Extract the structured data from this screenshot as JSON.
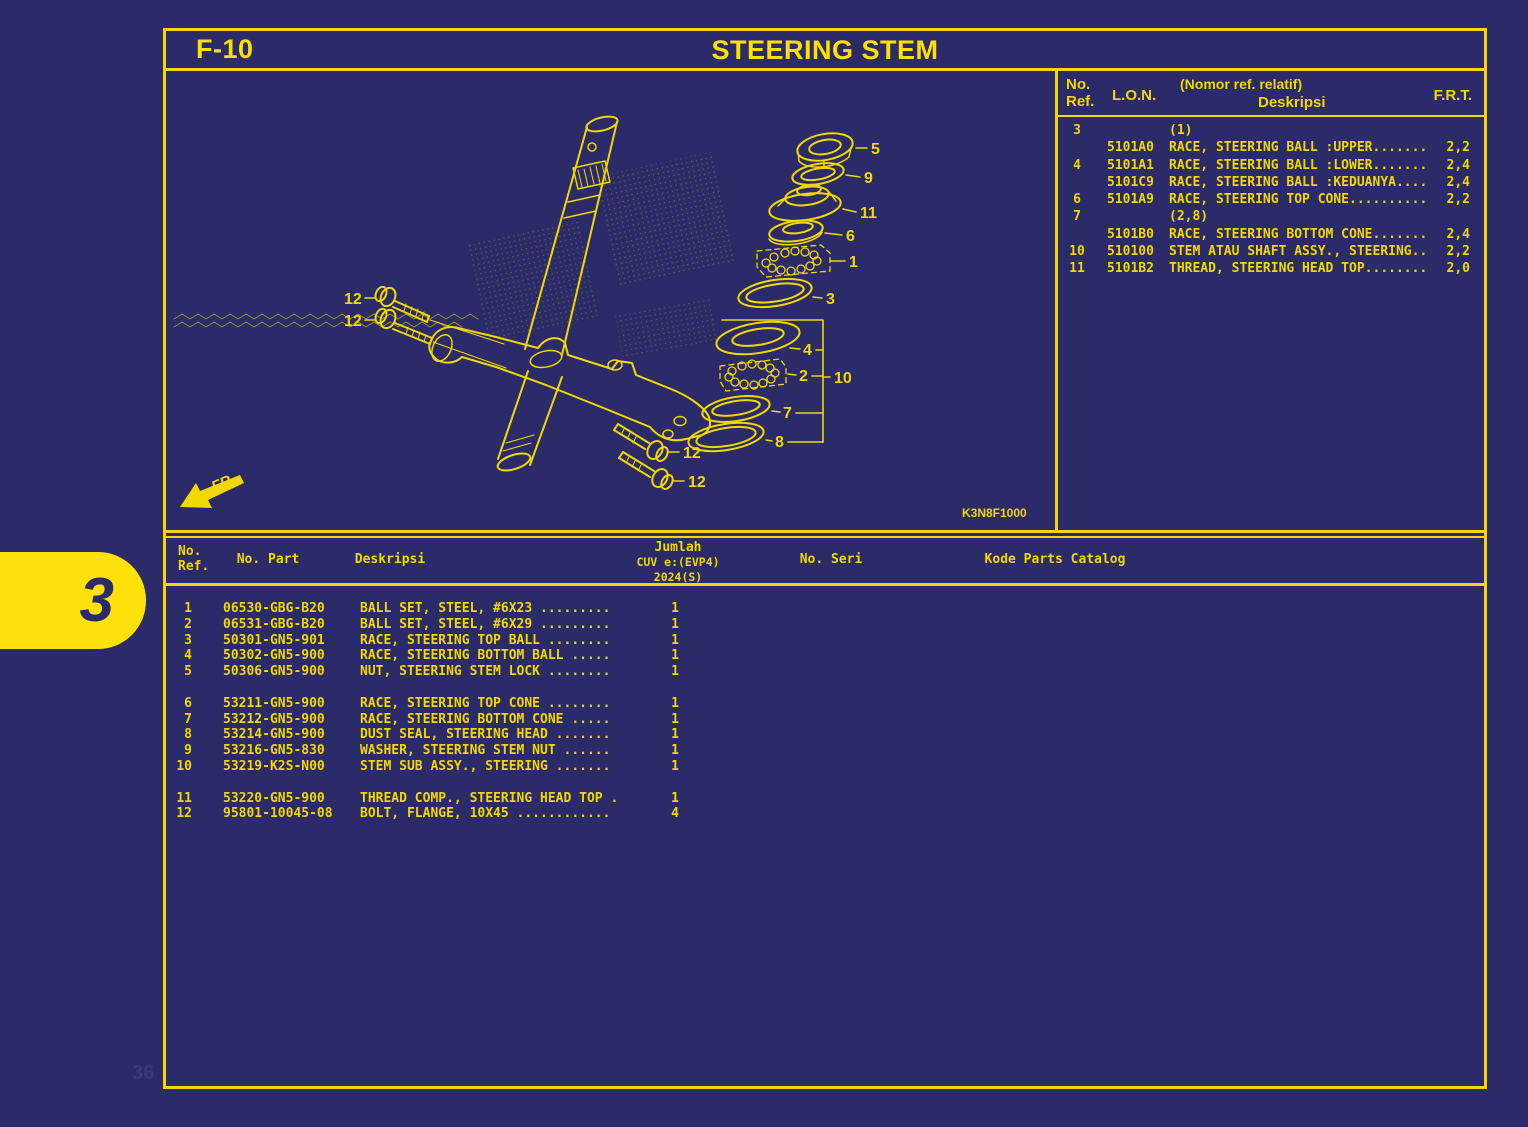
{
  "page": {
    "code": "F-10",
    "title": "STEERING STEM",
    "tab_label": "3",
    "watermark": "36"
  },
  "colors": {
    "background": "#2a2b68",
    "line_yellow": "#f2d800",
    "title_yellow": "#ffe000",
    "tab_yellow": "#ffe10a"
  },
  "ref_table": {
    "headers": {
      "no": "No.",
      "ref": "Ref.",
      "lon": "L.O.N.",
      "desk_sup": "(Nomor ref. relatif)",
      "desk": "Deskripsi",
      "frt": "F.R.T."
    },
    "rows": [
      {
        "ref": "3",
        "lon": "",
        "desc": "(1)",
        "frt": ""
      },
      {
        "ref": "",
        "lon": "5101A0",
        "desc": "RACE, STEERING BALL :UPPER.......",
        "frt": "2,2"
      },
      {
        "ref": "4",
        "lon": "5101A1",
        "desc": "RACE, STEERING BALL :LOWER.......",
        "frt": "2,4"
      },
      {
        "ref": "",
        "lon": "5101C9",
        "desc": "RACE, STEERING BALL :KEDUANYA....",
        "frt": "2,4"
      },
      {
        "ref": "6",
        "lon": "5101A9",
        "desc": "RACE, STEERING TOP CONE..........",
        "frt": "2,2"
      },
      {
        "ref": "7",
        "lon": "",
        "desc": "(2,8)",
        "frt": ""
      },
      {
        "ref": "",
        "lon": "5101B0",
        "desc": "RACE, STEERING BOTTOM CONE.......",
        "frt": "2,4"
      },
      {
        "ref": "10",
        "lon": "510100",
        "desc": "STEM ATAU SHAFT ASSY., STEERING..",
        "frt": "2,2"
      },
      {
        "ref": "11",
        "lon": "5101B2",
        "desc": "THREAD, STEERING HEAD TOP........",
        "frt": "2,0"
      }
    ]
  },
  "parts_table": {
    "headers": {
      "no": "No.",
      "ref": "Ref.",
      "no_part": "No. Part",
      "deskripsi": "Deskripsi",
      "jumlah": "Jumlah",
      "jumlah_sub1": "CUV e:(EVP4)",
      "jumlah_sub2": "2024(S)",
      "no_seri": "No. Seri",
      "kode": "Kode Parts Catalog"
    },
    "rows": [
      {
        "ref": "1",
        "part": "06530-GBG-B20",
        "desc": "BALL SET, STEEL, #6X23 .........",
        "qty": "1"
      },
      {
        "ref": "2",
        "part": "06531-GBG-B20",
        "desc": "BALL SET, STEEL, #6X29 .........",
        "qty": "1"
      },
      {
        "ref": "3",
        "part": "50301-GN5-901",
        "desc": "RACE, STEERING TOP BALL ........",
        "qty": "1"
      },
      {
        "ref": "4",
        "part": "50302-GN5-900",
        "desc": "RACE, STEERING BOTTOM BALL .....",
        "qty": "1"
      },
      {
        "ref": "5",
        "part": "50306-GN5-900",
        "desc": "NUT, STEERING STEM LOCK ........",
        "qty": "1"
      },
      {
        "ref": "6",
        "part": "53211-GN5-900",
        "desc": "RACE, STEERING TOP CONE ........",
        "qty": "1"
      },
      {
        "ref": "7",
        "part": "53212-GN5-900",
        "desc": "RACE, STEERING BOTTOM CONE .....",
        "qty": "1"
      },
      {
        "ref": "8",
        "part": "53214-GN5-900",
        "desc": "DUST SEAL, STEERING HEAD .......",
        "qty": "1"
      },
      {
        "ref": "9",
        "part": "53216-GN5-830",
        "desc": "WASHER, STEERING STEM NUT ......",
        "qty": "1"
      },
      {
        "ref": "10",
        "part": "53219-K2S-N00",
        "desc": "STEM SUB ASSY., STEERING .......",
        "qty": "1"
      },
      {
        "ref": "11",
        "part": "53220-GN5-900",
        "desc": "THREAD COMP., STEERING HEAD TOP .",
        "qty": "1"
      },
      {
        "ref": "12",
        "part": "95801-10045-08",
        "desc": "BOLT, FLANGE, 10X45 ............",
        "qty": "4"
      }
    ]
  },
  "diagram": {
    "code": "K3N8F1000",
    "fr_label": "FR.",
    "callouts": [
      "5",
      "9",
      "11",
      "6",
      "1",
      "3",
      "4",
      "2",
      "10",
      "7",
      "8",
      "12",
      "12",
      "12",
      "12"
    ]
  }
}
